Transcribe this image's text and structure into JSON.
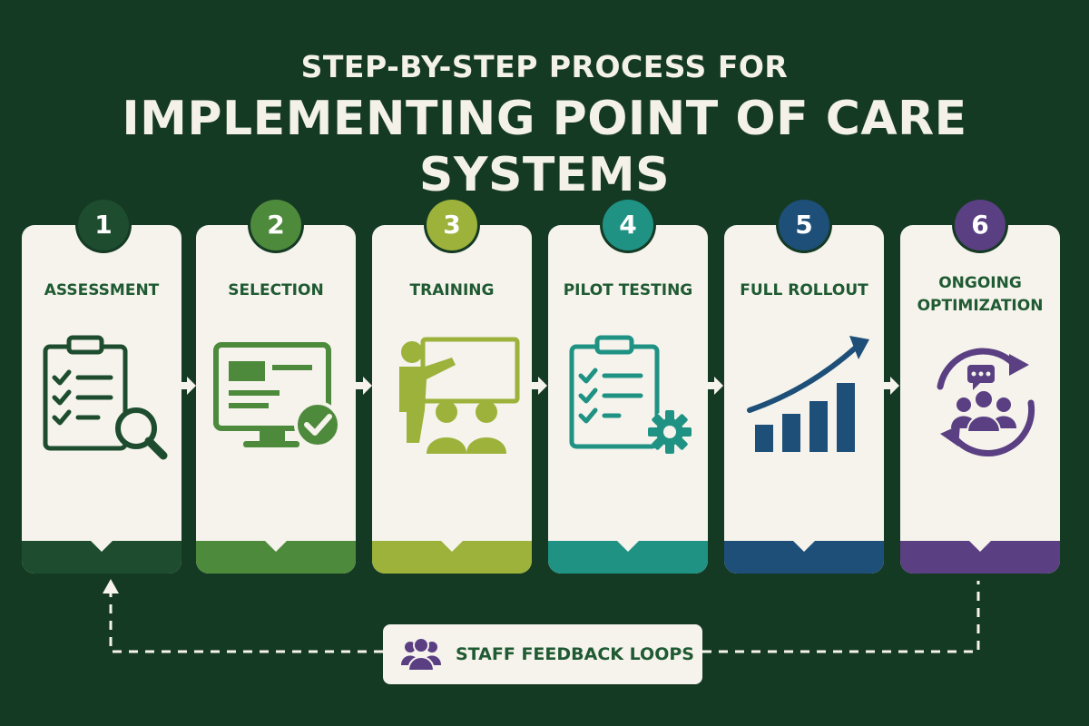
{
  "header": {
    "subtitle": "STEP-BY-STEP PROCESS FOR",
    "title": "IMPLEMENTING POINT OF CARE SYSTEMS"
  },
  "steps": [
    {
      "number": "1",
      "label": "ASSESSMENT",
      "color": "#1d4d2e",
      "icon": "clipboard-magnifier-icon"
    },
    {
      "number": "2",
      "label": "SELECTION",
      "color": "#4e8a3c",
      "icon": "monitor-checkmark-icon"
    },
    {
      "number": "3",
      "label": "TRAINING",
      "color": "#9cb23a",
      "icon": "trainer-presentation-icon"
    },
    {
      "number": "4",
      "label": "PILOT TESTING",
      "color": "#1f9284",
      "icon": "clipboard-gear-icon"
    },
    {
      "number": "5",
      "label": "FULL ROLLOUT",
      "color": "#1d4f78",
      "icon": "growth-chart-icon"
    },
    {
      "number": "6",
      "label": "ONGOING OPTIMIZATION",
      "color": "#5a3f82",
      "icon": "team-cycle-icon"
    }
  ],
  "feedback": {
    "label": "STAFF FEEDBACK LOOPS",
    "icon": "people-group-icon"
  },
  "colors": {
    "background": "#153a24",
    "card": "#f5f3ec",
    "text_dark_green": "#1f5a32",
    "title_text": "#f3f1e8"
  }
}
